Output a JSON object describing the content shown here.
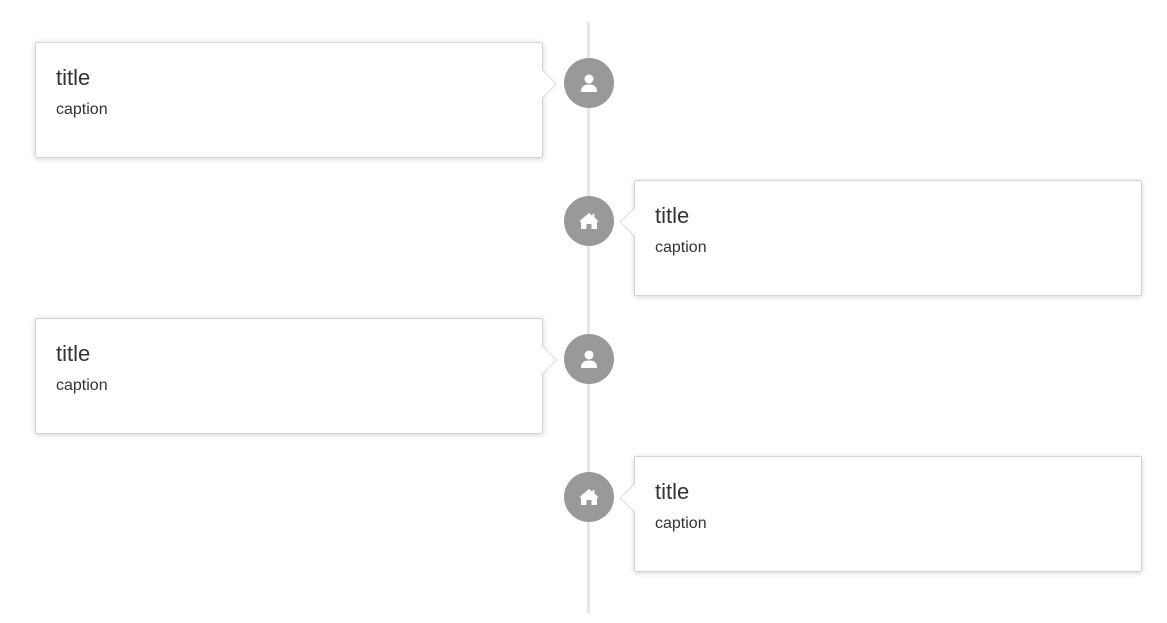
{
  "timeline": {
    "accent_color": "#999999",
    "line_color": "#e6e6e6",
    "entries": [
      {
        "side": "left",
        "icon": "user-icon",
        "title": "title",
        "caption": "caption"
      },
      {
        "side": "right",
        "icon": "home-icon",
        "title": "title",
        "caption": "caption"
      },
      {
        "side": "left",
        "icon": "user-icon",
        "title": "title",
        "caption": "caption"
      },
      {
        "side": "right",
        "icon": "home-icon",
        "title": "title",
        "caption": "caption"
      }
    ]
  }
}
